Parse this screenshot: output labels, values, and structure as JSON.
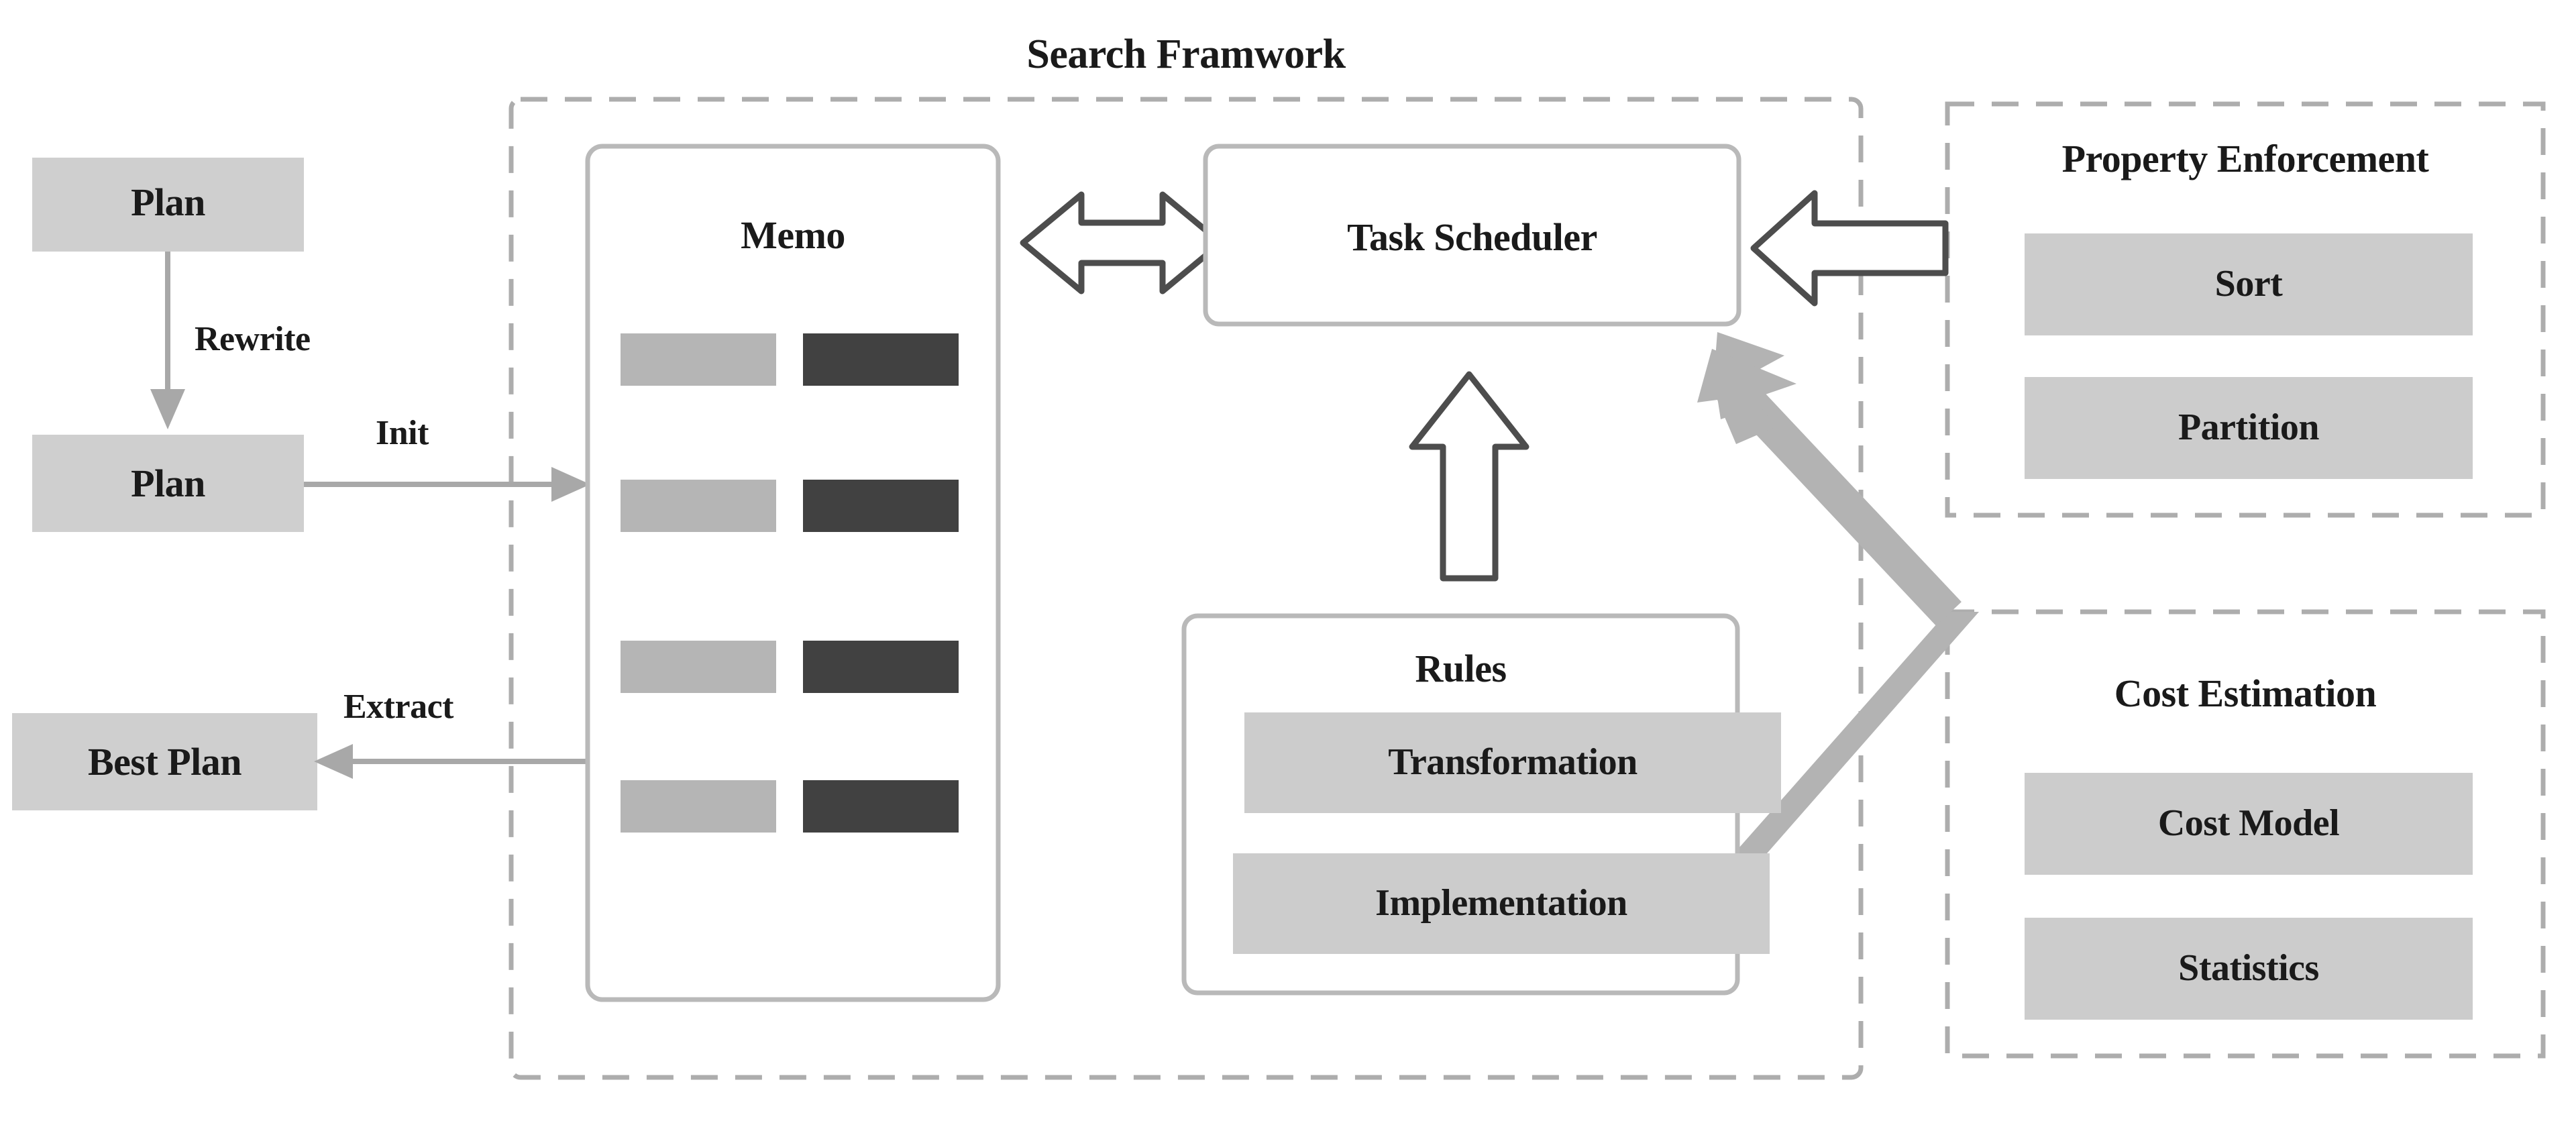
{
  "diagram": {
    "title": "Search Framwork",
    "colors": {
      "node_fill": "#cfcfcf",
      "chip_fill": "#cccccc",
      "panel_border": "#b9b9b9",
      "dashed_border": "#adadad",
      "arrow_outline": "#4d4d4d",
      "arrow_solid": "#b3b3b3",
      "memo_bar_light": "#b5b5b5",
      "memo_bar_dark": "#414141",
      "text": "#1a1a1a",
      "background": "#ffffff"
    }
  },
  "left_flow": {
    "plan_input": "Plan",
    "plan_rewritten": "Plan",
    "best_plan": "Best Plan",
    "edges": {
      "rewrite": "Rewrite",
      "init": "Init",
      "extract": "Extract"
    }
  },
  "search_framework": {
    "memo": {
      "title": "Memo",
      "rows": [
        {
          "light": "memo-bar-light",
          "dark": "memo-bar-dark"
        },
        {
          "light": "memo-bar-light",
          "dark": "memo-bar-dark"
        },
        {
          "light": "memo-bar-light",
          "dark": "memo-bar-dark"
        },
        {
          "light": "memo-bar-light",
          "dark": "memo-bar-dark"
        }
      ]
    },
    "task_scheduler": {
      "title": "Task Scheduler"
    },
    "rules": {
      "title": "Rules",
      "items": [
        "Transformation",
        "Implementation"
      ]
    }
  },
  "property_enforcement": {
    "title": "Property Enforcement",
    "items": [
      "Sort",
      "Partition"
    ]
  },
  "cost_estimation": {
    "title": "Cost Estimation",
    "items": [
      "Cost Model",
      "Statistics"
    ]
  },
  "icons": {
    "bidirectional_arrow": "double-headed-arrow-icon",
    "left_block_arrow": "left-block-arrow-icon",
    "up_block_arrow": "up-block-arrow-icon",
    "diagonal_arrow": "diagonal-arrow-icon",
    "rewrite_arrow": "down-arrow-icon",
    "init_arrow": "right-arrow-icon",
    "extract_arrow": "left-arrow-icon"
  }
}
